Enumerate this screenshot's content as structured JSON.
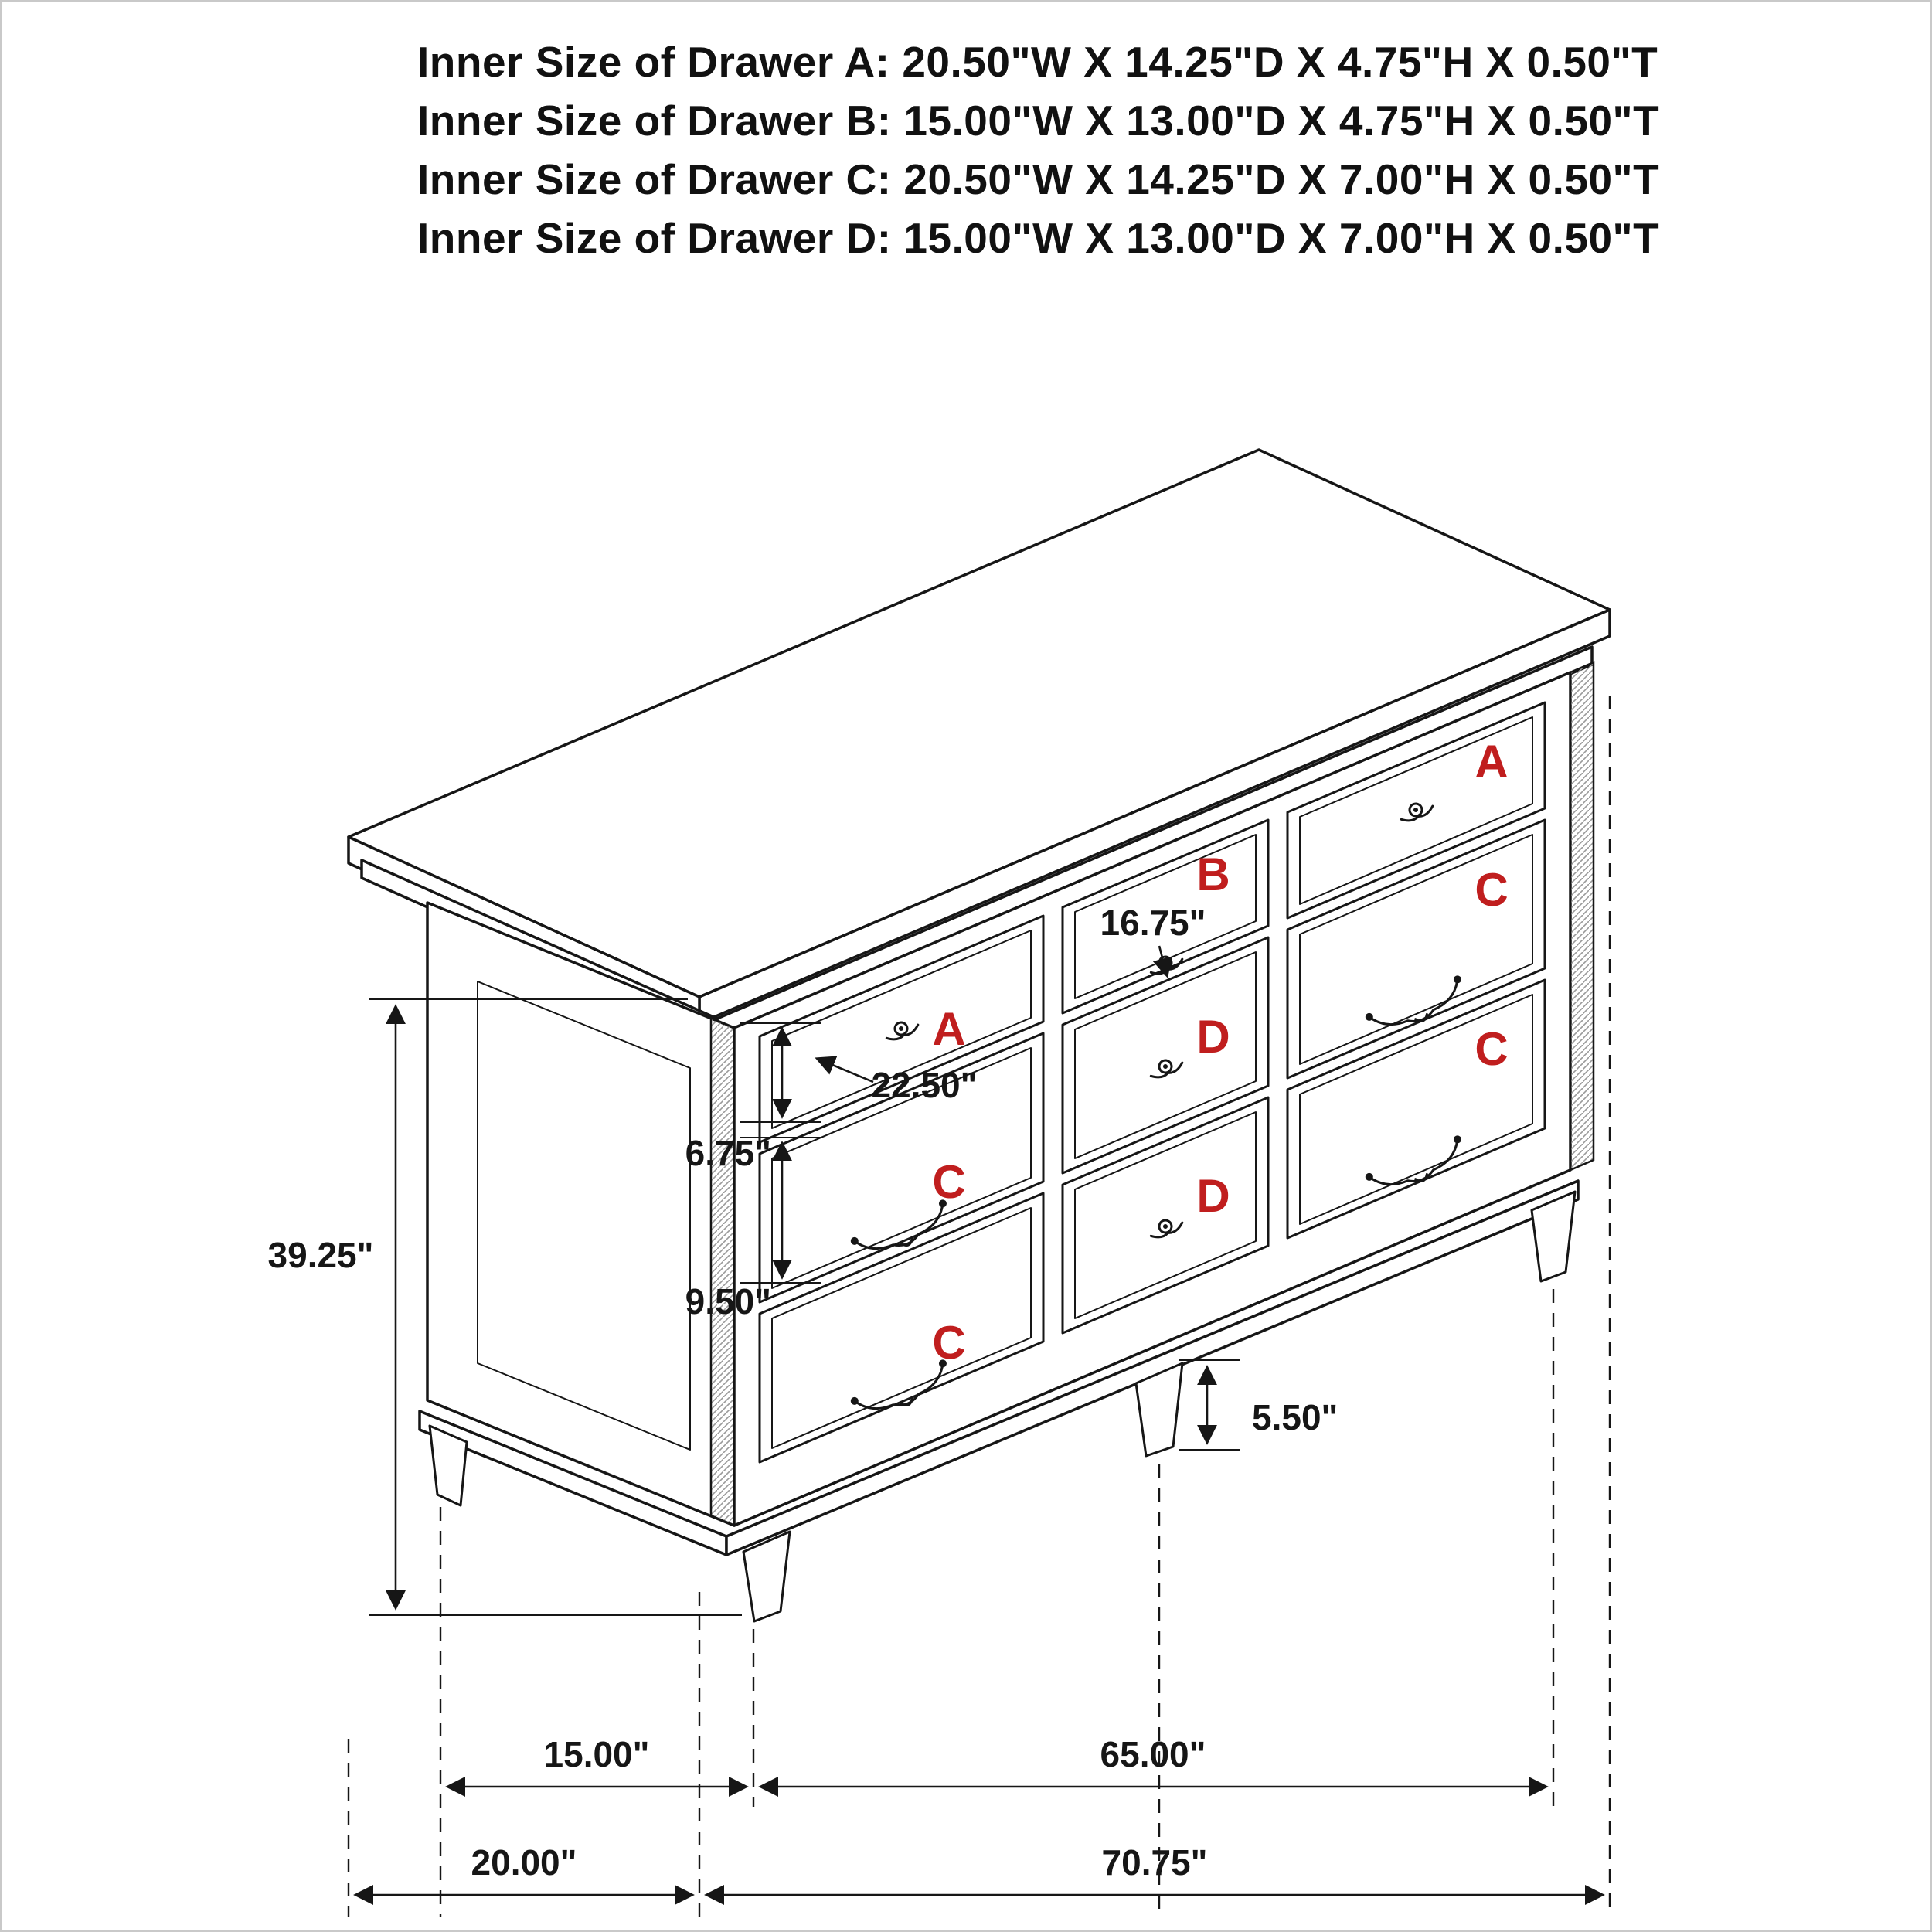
{
  "header": {
    "lines": [
      "Inner Size of Drawer A: 20.50\"W X 14.25\"D X 4.75\"H X 0.50\"T",
      "Inner Size of Drawer B: 15.00\"W X 13.00\"D X 4.75\"H X 0.50\"T",
      "Inner Size of Drawer C: 20.50\"W X 14.25\"D X 7.00\"H X 0.50\"T",
      "Inner Size of Drawer D: 15.00\"W X 13.00\"D X 7.00\"H X 0.50\"T"
    ]
  },
  "diagram": {
    "drawer_labels": {
      "left_top": "A",
      "left_middle": "C",
      "left_bottom": "C",
      "center_top": "B",
      "center_middle": "D",
      "center_bottom": "D",
      "right_top": "A",
      "right_middle": "C",
      "right_bottom": "C"
    },
    "dimensions": {
      "overall_height": "39.25\"",
      "top_drawer_front_height": "6.75\"",
      "lower_drawer_front_height": "9.50\"",
      "drawer_a_opening_width": "22.50\"",
      "drawer_b_opening_width": "16.75\"",
      "leg_height": "5.50\"",
      "side_leg_spacing_depth": "15.00\"",
      "overall_depth": "20.00\"",
      "front_leg_spacing_width": "65.00\"",
      "overall_width": "70.75\""
    },
    "colors": {
      "label_red": "#c01e1e",
      "line": "#161616"
    }
  }
}
